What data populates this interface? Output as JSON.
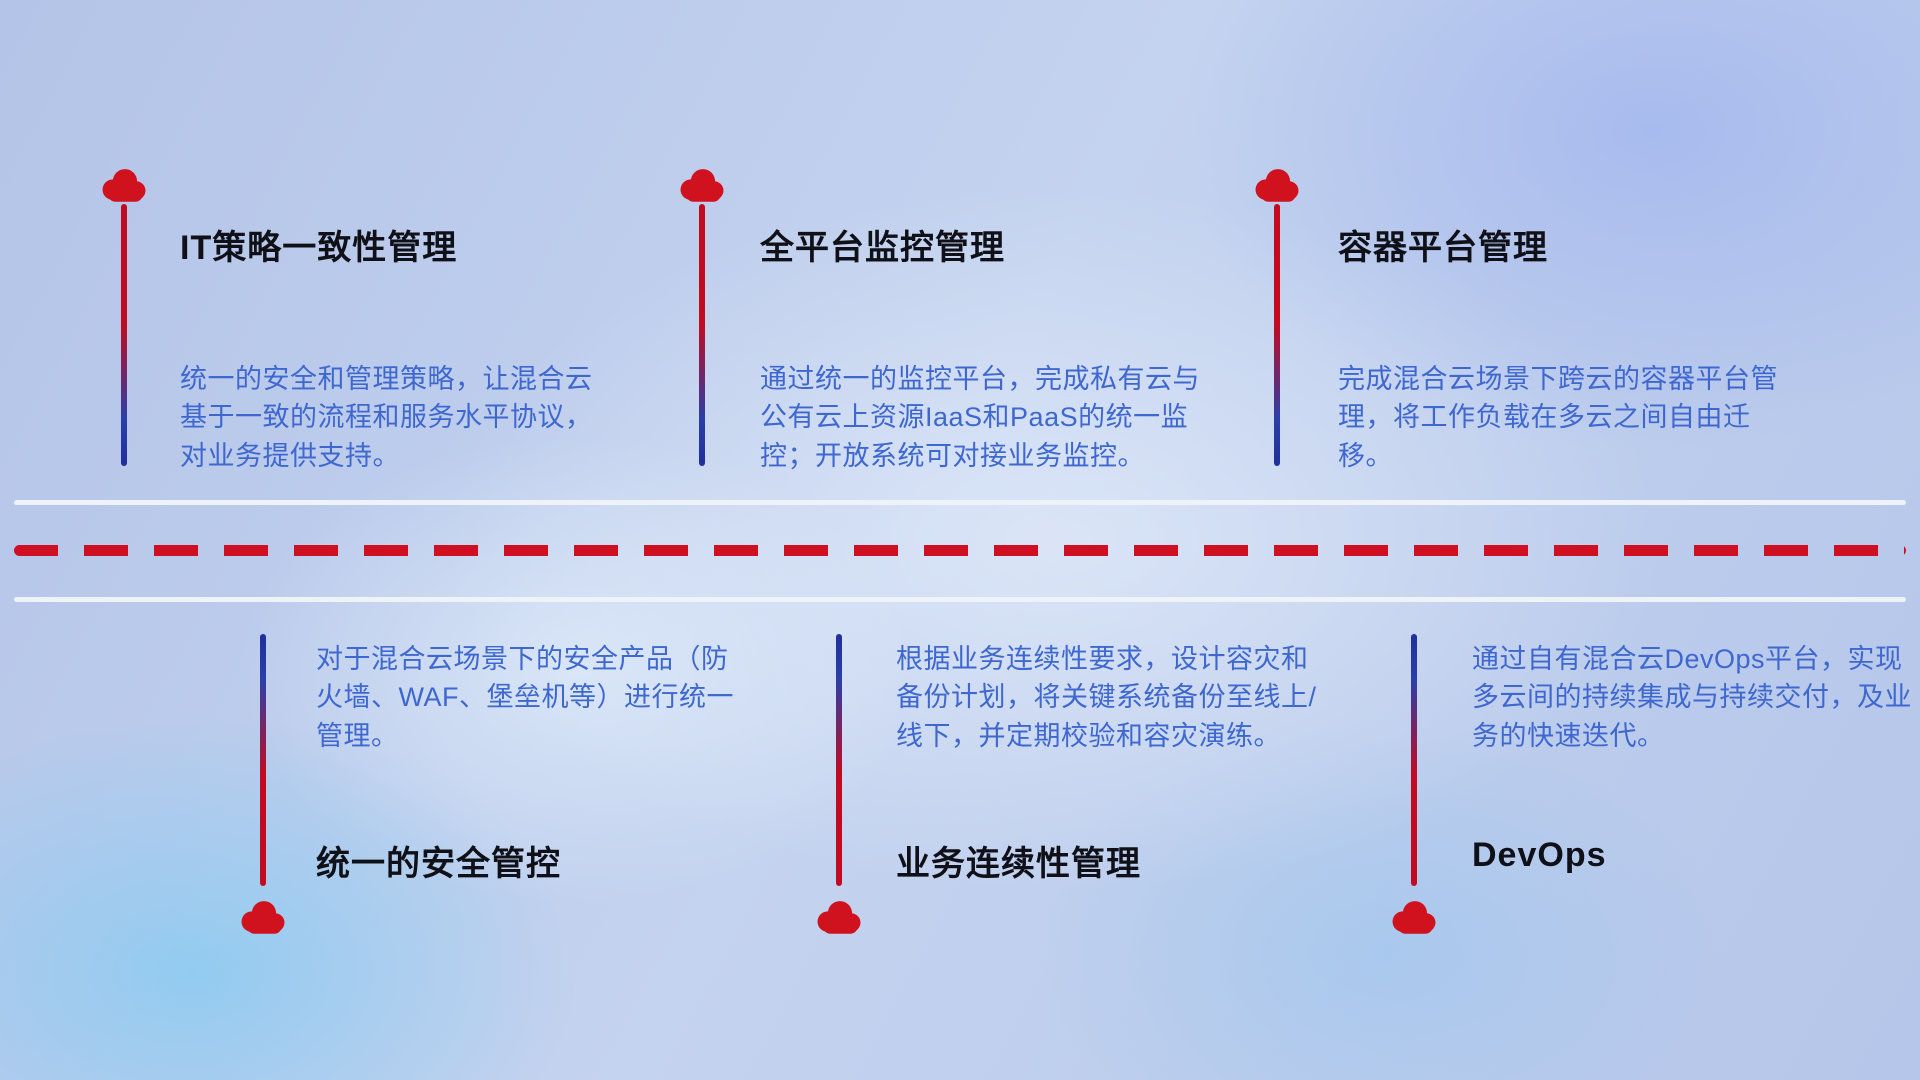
{
  "top_row": {
    "items": [
      {
        "title": "IT策略一致性管理",
        "description": "统一的安全和管理策略，让混合云基于一致的流程和服务水平协议，对业务提供支持。"
      },
      {
        "title": "全平台监控管理",
        "description": "通过统一的监控平台，完成私有云与公有云上资源IaaS和PaaS的统一监控；开放系统可对接业务监控。"
      },
      {
        "title": "容器平台管理",
        "description": "完成混合云场景下跨云的容器平台管理，将工作负载在多云之间自由迁移。"
      }
    ]
  },
  "bottom_row": {
    "items": [
      {
        "title": "统一的安全管控",
        "description": "对于混合云场景下的安全产品（防火墙、WAF、堡垒机等）进行统一管理。"
      },
      {
        "title": "业务连续性管理",
        "description": "根据业务连续性要求，设计容灾和备份计划，将关键系统备份至线上/线下，并定期校验和容灾演练。"
      },
      {
        "title": "DevOps",
        "description": "通过自有混合云DevOps平台，实现多云间的持续集成与持续交付，及业务的快速迭代。"
      }
    ]
  },
  "colors": {
    "accent_red": "#d0121f",
    "accent_blue": "#1f2f9c",
    "text_blue": "#3e68cf",
    "title_color": "#101018"
  }
}
